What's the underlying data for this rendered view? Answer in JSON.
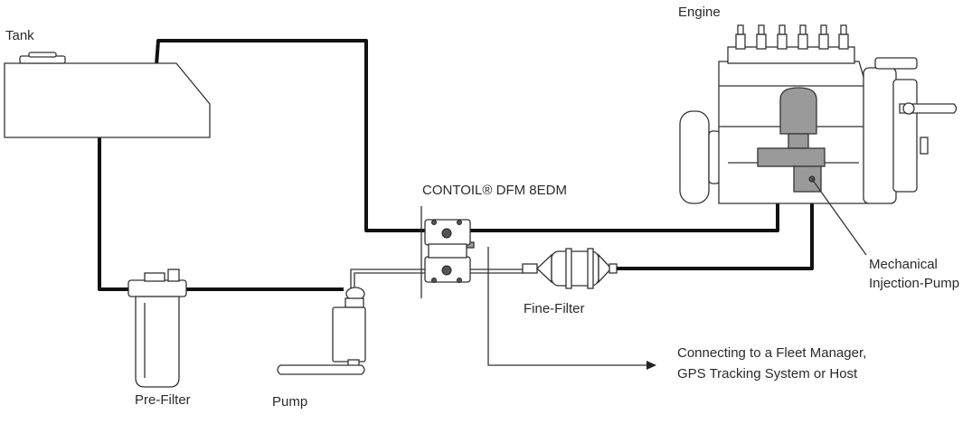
{
  "labels": {
    "tank": "Tank",
    "engine": "Engine",
    "meter": "CONTOIL® DFM 8EDM",
    "fine_filter": "Fine-Filter",
    "pre_filter": "Pre-Filter",
    "pump": "Pump",
    "injection_pump_line1": "Mechanical",
    "injection_pump_line2": "Injection-Pump",
    "connection_line1": "Connecting to a Fleet Manager,",
    "connection_line2": "GPS Tracking System or Host"
  },
  "colors": {
    "pipe": "#111111",
    "component_fill": "#ffffff",
    "highlight_fill": "#9a9a9a"
  }
}
